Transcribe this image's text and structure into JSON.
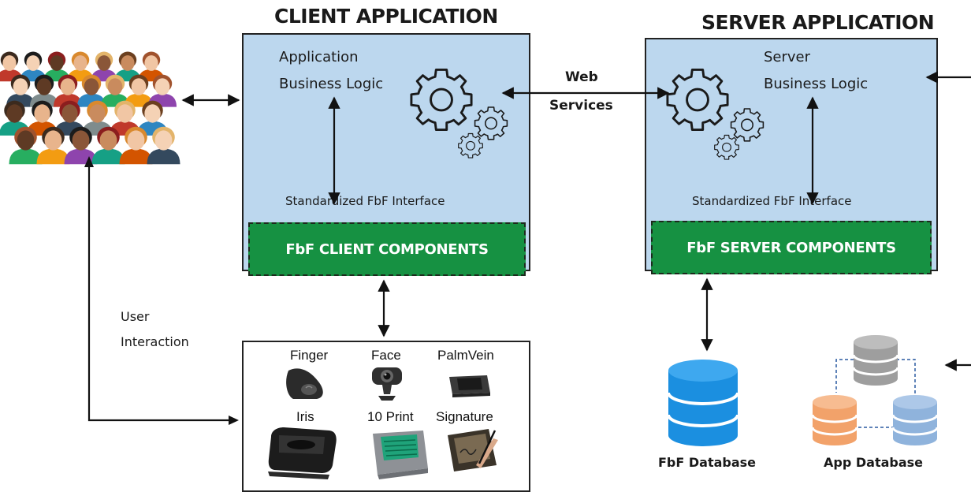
{
  "client": {
    "title": "CLIENT APPLICATION",
    "logic_line1": "Application",
    "logic_line2": "Business Logic",
    "interface": "Standardized FbF Interface",
    "components": "FbF CLIENT COMPONENTS"
  },
  "server": {
    "title": "SERVER APPLICATION",
    "logic_line1": "Server",
    "logic_line2": "Business Logic",
    "interface": "Standardized FbF Interface",
    "components": "FbF SERVER COMPONENTS"
  },
  "web_services": {
    "line1": "Web",
    "line2": "Services"
  },
  "user_interaction": {
    "line1": "User",
    "line2": "Interaction"
  },
  "devices": {
    "finger": "Finger",
    "face": "Face",
    "palmvein": "PalmVein",
    "iris": "Iris",
    "ten_print": "10 Print",
    "signature": "Signature"
  },
  "databases": {
    "fbf": "FbF Database",
    "app": "App Database"
  },
  "colors": {
    "panel_blue": "#bcd7ee",
    "component_green": "#169142",
    "db_blue": "#1b8fe0",
    "app_db_gray": "#9e9e9e",
    "app_db_orange": "#f2a26a",
    "app_db_blue": "#8fb3dc"
  },
  "icons": [
    "people-crowd-icon",
    "gears-icon",
    "fingerprint-scanner-icon",
    "webcam-icon",
    "palmvein-scanner-icon",
    "iris-scanner-icon",
    "ten-print-scanner-icon",
    "signature-pad-icon",
    "database-icon"
  ]
}
